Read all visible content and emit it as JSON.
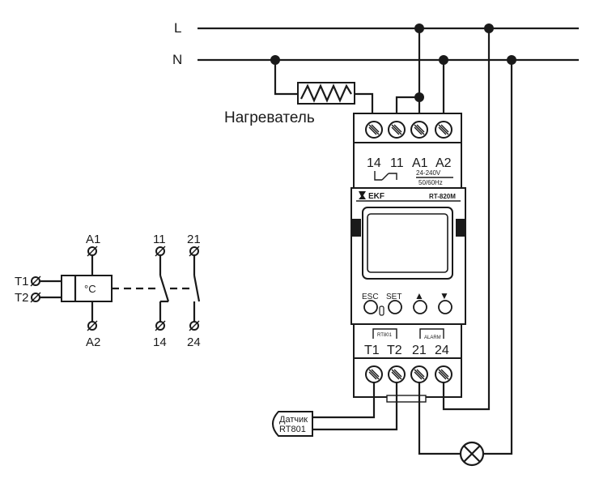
{
  "lines": {
    "live": "L",
    "neutral": "N"
  },
  "heater_label": "Нагреватель",
  "sensor_label": [
    "Датчик",
    "RT801"
  ],
  "device": {
    "brand": "EKF",
    "model": "RT-820M",
    "top_terminals": [
      "14",
      "11",
      "A1",
      "A2"
    ],
    "voltage": "24-240V",
    "frequency": "50/60Hz",
    "buttons": [
      {
        "label": "ESC",
        "icon": ""
      },
      {
        "label": "SET",
        "icon": ""
      },
      {
        "label": "",
        "icon": "▲"
      },
      {
        "label": "",
        "icon": "▼"
      }
    ],
    "sensor_tag": "RT801",
    "alarm_tag": "ALARM",
    "bottom_terminals": [
      "T1",
      "T2",
      "21",
      "24"
    ]
  },
  "schematic": {
    "top_labels": [
      "A1",
      "11",
      "21"
    ],
    "bottom_labels": [
      "A2",
      "14",
      "24"
    ],
    "input_labels": [
      "T1",
      "T2"
    ],
    "unit_symbol": "°C"
  },
  "colors": {
    "ink": "#1a1a1a",
    "background": "#ffffff"
  }
}
